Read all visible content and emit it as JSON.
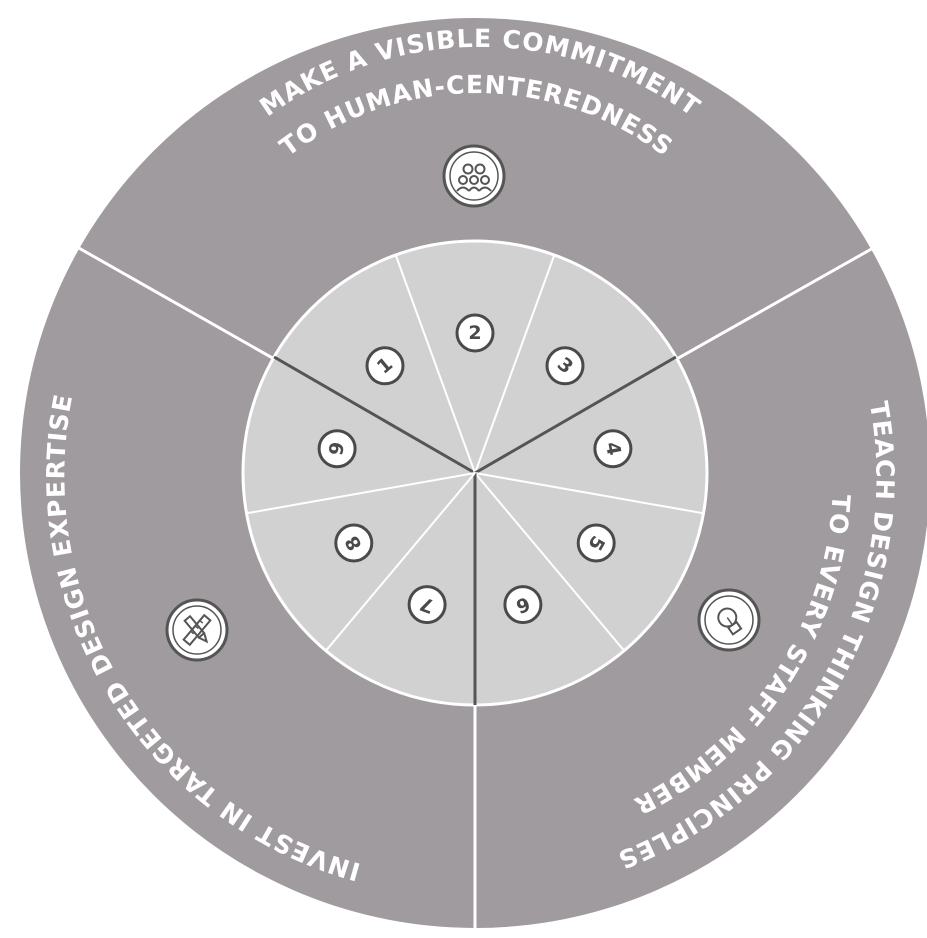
{
  "colors": {
    "outer_ring": "#a09b9e",
    "inner_ring": "#d2d1d2",
    "divider": "#ffffff",
    "badge_fill": "#ffffff",
    "badge_border": "#555555",
    "text_light": "#ffffff",
    "text_dark": "#4a4a4a"
  },
  "outer_sections": [
    {
      "id": "commitment",
      "line1": "MAKE A VISIBLE COMMITMENT",
      "line2": "TO HUMAN-CENTEREDNESS",
      "icon": "people-group-icon"
    },
    {
      "id": "teach",
      "line1": "TEACH DESIGN THINKING PRINCIPLES",
      "line2": "TO EVERY STAFF MEMBER",
      "icon": "lightbulb-icon"
    },
    {
      "id": "invest",
      "line1": "INVEST IN TARGETED DESIGN EXPERTISE",
      "line2": "",
      "icon": "ruler-pencil-icon"
    }
  ],
  "inner_segments": [
    "1",
    "2",
    "3",
    "4",
    "5",
    "6",
    "7",
    "8",
    "9"
  ]
}
